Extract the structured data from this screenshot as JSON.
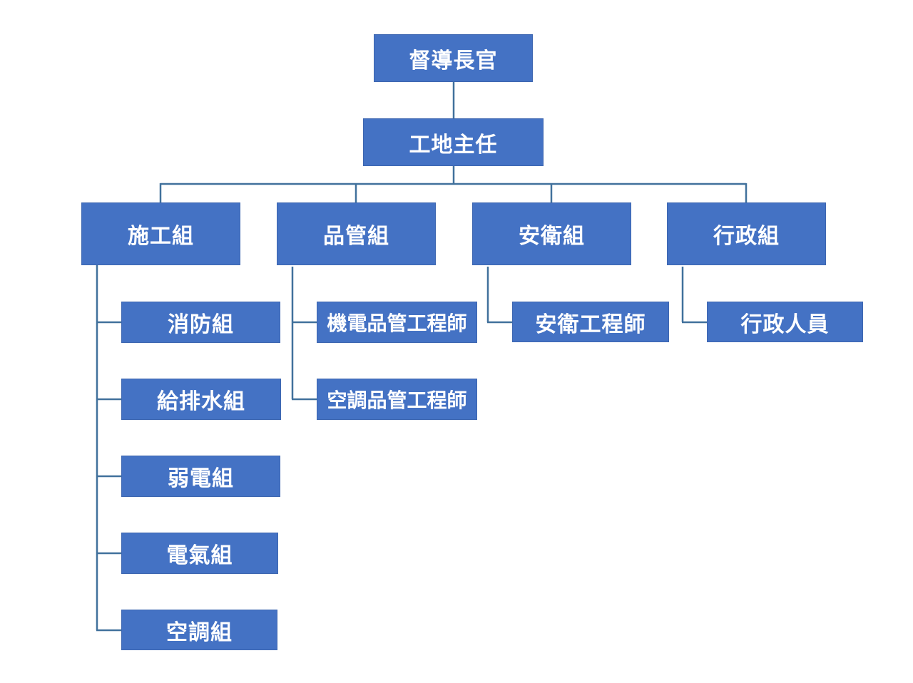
{
  "org_chart": {
    "root": "督導長官",
    "manager": "工地主任",
    "groups": {
      "construction": {
        "name": "施工組",
        "members": [
          "消防組",
          "給排水組",
          "弱電組",
          "電氣組",
          "空調組"
        ]
      },
      "quality": {
        "name": "品管組",
        "members": [
          "機電品管工程師",
          "空調品管工程師"
        ]
      },
      "safety": {
        "name": "安衛組",
        "members": [
          "安衛工程師"
        ]
      },
      "admin": {
        "name": "行政組",
        "members": [
          "行政人員"
        ]
      }
    }
  },
  "colors": {
    "box_fill": "#4472c4",
    "box_text": "#ffffff",
    "connector": "#41719c",
    "background": "#ffffff"
  }
}
